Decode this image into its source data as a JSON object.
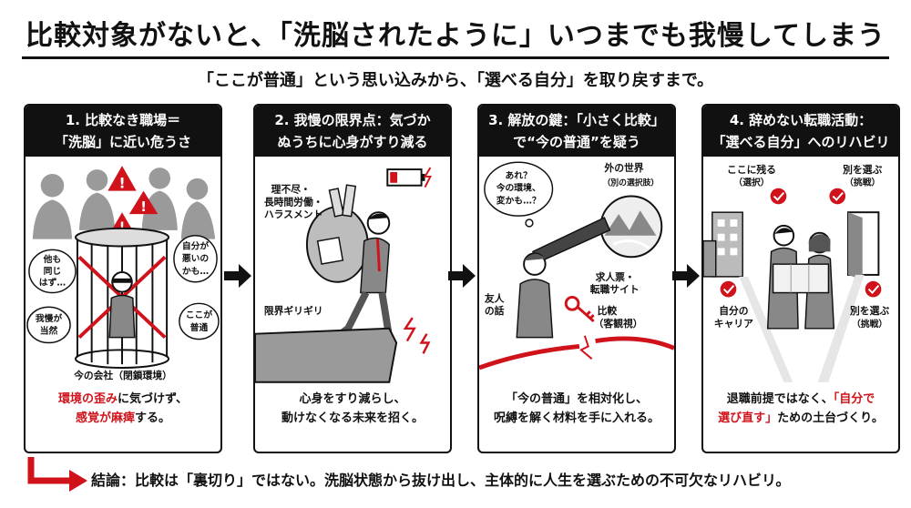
{
  "title": "比較対象がないと、「洗脳されたように」いつまでも我慢してしまう",
  "subtitle": "「ここが普通」という思い込みから、「選べる自分」を取り戻すまで。",
  "panels": [
    {
      "head_line1": "1. 比較なき職場＝",
      "head_line2": "「洗脳」に近い危うさ",
      "labels": {
        "bubble_a": [
          "他も",
          "同じ",
          "はず…"
        ],
        "bubble_b": [
          "自分が",
          "悪いの",
          "かも…"
        ],
        "bubble_c": [
          "我慢が",
          "当然"
        ],
        "bubble_d": [
          "ここが",
          "普通"
        ],
        "caption": "今の会社（閉鎖環境）"
      },
      "foot_part1_red": "環境の歪み",
      "foot_part1_rest": "に気づけず、",
      "foot_part2_red": "感覚が麻痺",
      "foot_part2_rest": "する。"
    },
    {
      "head_line1": "2. 我慢の限界点：気づか",
      "head_line2": "ぬうちに心身がすり減る",
      "labels": {
        "burden": [
          "理不尽・",
          "長時間労働・",
          "ハラスメント"
        ],
        "limit": "限界ギリギリ"
      },
      "foot_line1": "心身をすり減らし、",
      "foot_line2": "動けなくなる未来を招く。"
    },
    {
      "head_line1": "3. 解放の鍵：「小さく比較」",
      "head_line2": "で“今の普通”を疑う",
      "labels": {
        "thought": [
          "あれ？",
          "今の環境、",
          "変かも…？"
        ],
        "outside": "外の世界",
        "outside_sub": "（別の選択肢）",
        "jobs": [
          "求人票・",
          "転職サイト"
        ],
        "friend": [
          "友人",
          "の話"
        ],
        "compare": [
          "比較",
          "（客観視）"
        ]
      },
      "foot_line1": "「今の普通」を相対化し、",
      "foot_line2": "呪縛を解く材料を手に入れる。"
    },
    {
      "head_line1": "4. 辞めない転職活動：",
      "head_line2": "「選べる自分」へのリハビリ",
      "labels": {
        "stay": [
          "ここに残る",
          "（選択）"
        ],
        "choose_other": [
          "別を選ぶ",
          "（挑戦）"
        ],
        "career": [
          "自分の",
          "キャリア"
        ],
        "choose_other2": [
          "別を選ぶ",
          "（挑戦）"
        ]
      },
      "foot_line1": "退職前提ではなく、",
      "foot_red1": "「自分で",
      "foot_red2": "選び直す」",
      "foot_rest": "ための土台づくり。"
    }
  ],
  "conclusion": "結論：比較は「裏切り」ではない。洗脳状態から抜け出し、主体的に人生を選ぶための不可欠なリハビリ。",
  "colors": {
    "accent": "#d0121b",
    "ink": "#111111"
  }
}
